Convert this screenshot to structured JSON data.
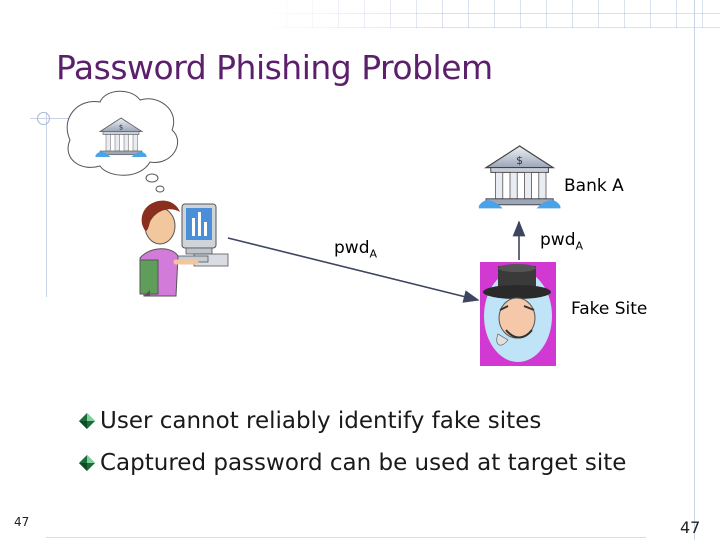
{
  "slide": {
    "title": "Password Phishing Problem",
    "bank_label": "Bank A",
    "fake_label": "Fake Site",
    "pwd_left": {
      "base": "pwd",
      "sub": "A"
    },
    "pwd_right": {
      "base": "pwd",
      "sub": "A"
    },
    "bullets": [
      "User cannot reliably identify fake sites",
      "Captured password can be used at target site"
    ],
    "page_number_left": "47",
    "page_number_right": "47"
  },
  "icons": [
    "thought-bubble-icon",
    "bank-icon",
    "user-at-computer-icon",
    "fake-site-villain-icon",
    "arrow-icon",
    "bullet-icon"
  ],
  "colors": {
    "title": "#5b1f6b",
    "bank": "#9aa3b5",
    "fake_border": "#cc33cc",
    "arrow": "#3e4560"
  }
}
